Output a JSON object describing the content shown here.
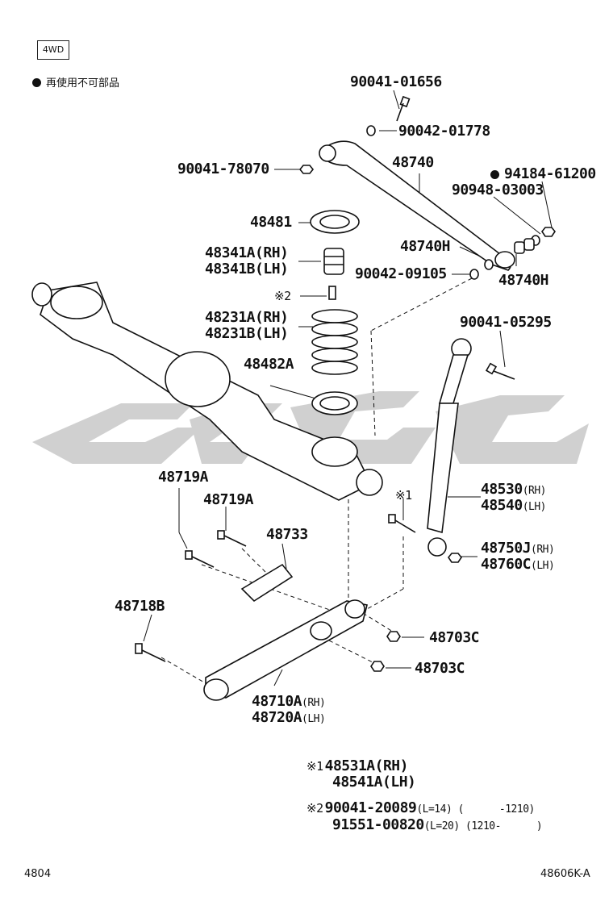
{
  "header": {
    "tag": "4WD",
    "legend_text": "再使用不可部品"
  },
  "parts": {
    "p1": "90041-01656",
    "p2": "90042-01778",
    "p3": "90041-78070",
    "p4": "48740",
    "p5": "94184-61200",
    "p6": "90948-03003",
    "p7": "48481",
    "p8a": "48341A(RH)",
    "p8b": "48341B(LH)",
    "p9": "48740H",
    "p10": "90042-09105",
    "p11": "48740H",
    "p12_mark": "※2",
    "p13a": "48231A(RH)",
    "p13b": "48231B(LH)",
    "p14": "90041-05295",
    "p15": "48482A",
    "p16": "48719A",
    "p17": "48719A",
    "p18_mark": "※1",
    "p19a": "48530",
    "p19a_s": "(RH)",
    "p19b": "48540",
    "p19b_s": "(LH)",
    "p20": "48733",
    "p21a": "48750J",
    "p21a_s": "(RH)",
    "p21b": "48760C",
    "p21b_s": "(LH)",
    "p22": "48718B",
    "p23": "48703C",
    "p24": "48703C",
    "p25a": "48710A",
    "p25a_s": "(RH)",
    "p25b": "48720A",
    "p25b_s": "(LH)"
  },
  "notes": {
    "n1_mark": "※1",
    "n1a": "48531A(RH)",
    "n1b": "48541A(LH)",
    "n2_mark": "※2",
    "n2a": "90041-20089",
    "n2a_s": "(L=14) (      -1210)",
    "n2b": "91551-00820",
    "n2b_s": "(L=20) (1210-      )"
  },
  "footer": {
    "left": "4804",
    "right": "48606K-A"
  },
  "colors": {
    "line": "#111111",
    "watermark": "#c8c8c8"
  }
}
